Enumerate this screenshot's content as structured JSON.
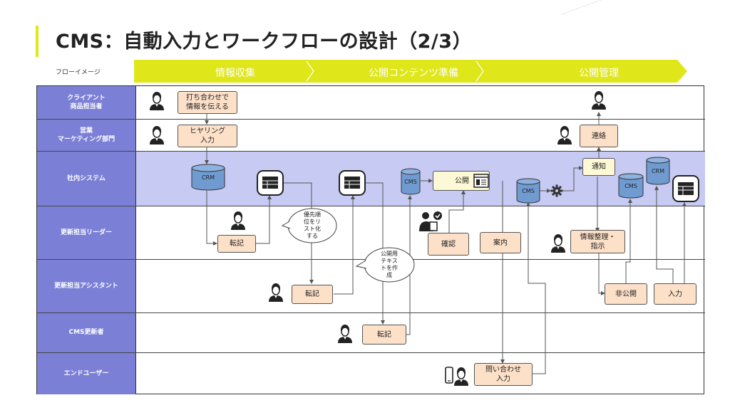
{
  "title": "CMS：自動入力とワークフローの設計（2/3）",
  "phase_label": "フローイメージ",
  "phases": [
    "情報収集",
    "公開コンテンツ準備",
    "公開管理"
  ],
  "lanes": [
    {
      "label": "クライアント\n商品担当者"
    },
    {
      "label": "営業\nマーケティング部門"
    },
    {
      "label": "社内システム"
    },
    {
      "label": "更新担当リーダー"
    },
    {
      "label": "更新担当アシスタント"
    },
    {
      "label": "CMS更新者"
    },
    {
      "label": "エンドユーザー"
    }
  ],
  "boxes": {
    "client_request": "打ち合わせで\n情報を伝える",
    "hearing": "ヒヤリング\n入力",
    "leader_transcribe": "転記",
    "assistant_transcribe": "転記",
    "cms_transcribe": "転記",
    "publish": "公開",
    "confirm": "確認",
    "guide": "案内",
    "notify": "通知",
    "contact": "連絡",
    "organize": "情報整理・\n指示",
    "unpublish": "非公開",
    "input": "入力",
    "inquiry": "問い合わせ\n入力"
  },
  "callouts": {
    "priority": "優先順\n位をリ\nスト化\nする",
    "text": "公開用\nテキス\nトを作\n成"
  },
  "cylinders": {
    "crm1": "CRM",
    "cms1": "CMS",
    "cms2": "CMS",
    "cms3": "CMS",
    "crm2": "CRM"
  },
  "colors": {
    "accent": "#dfe61a",
    "lane_header": "#7b80d6",
    "system_lane": "#c7caf3",
    "task_box": "#fde0c8",
    "cylinder": "#6f9bd1"
  },
  "icons": [
    "person-icon",
    "table-icon",
    "gear-icon",
    "browser-icon",
    "checklist-icon",
    "smartphone-icon"
  ]
}
